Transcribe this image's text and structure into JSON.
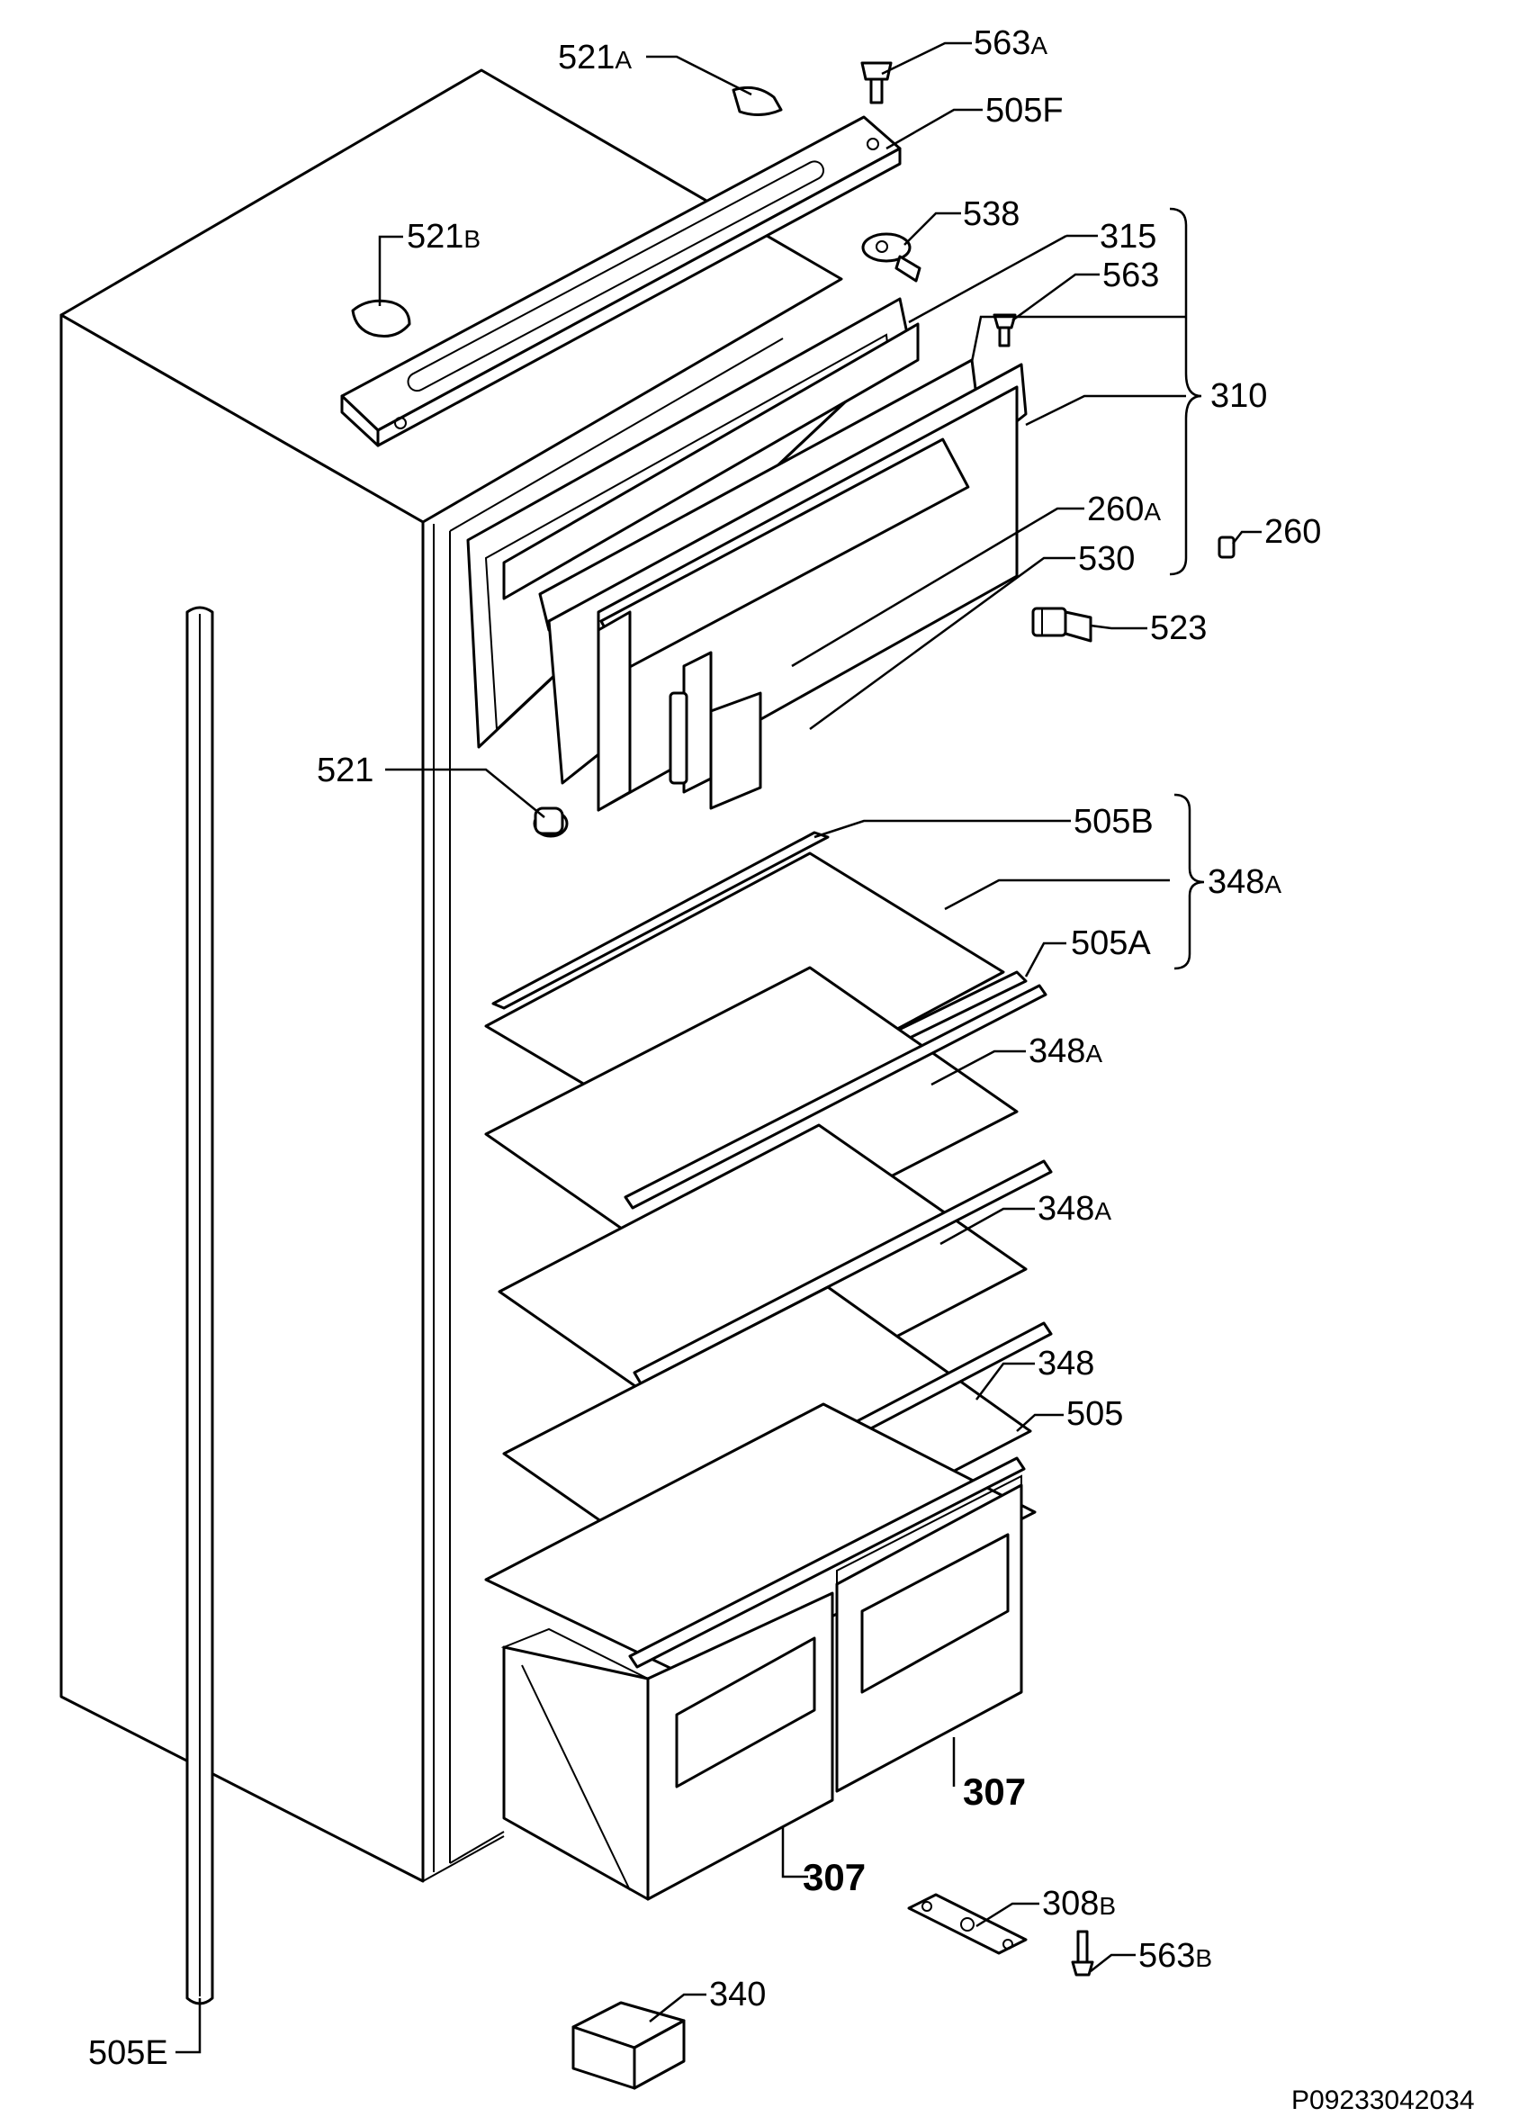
{
  "callouts": {
    "c521A": {
      "num": "521",
      "suffix": "A"
    },
    "c563A": {
      "num": "563",
      "suffix": "A"
    },
    "c505F": {
      "num": "505F",
      "suffix": ""
    },
    "c521B": {
      "num": "521",
      "suffix": "B"
    },
    "c538": {
      "num": "538",
      "suffix": ""
    },
    "c315": {
      "num": "315",
      "suffix": ""
    },
    "c563": {
      "num": "563",
      "suffix": ""
    },
    "c310": {
      "num": "310",
      "suffix": ""
    },
    "c260A": {
      "num": "260",
      "suffix": "A"
    },
    "c260": {
      "num": "260",
      "suffix": ""
    },
    "c530": {
      "num": "530",
      "suffix": ""
    },
    "c523": {
      "num": "523",
      "suffix": ""
    },
    "c521": {
      "num": "521",
      "suffix": ""
    },
    "c505B": {
      "num": "505B",
      "suffix": ""
    },
    "c348A_group": {
      "num": "348",
      "suffix": "A"
    },
    "c505A": {
      "num": "505A",
      "suffix": ""
    },
    "c348A_2": {
      "num": "348",
      "suffix": "A"
    },
    "c348A_3": {
      "num": "348",
      "suffix": "A"
    },
    "c348": {
      "num": "348",
      "suffix": ""
    },
    "c505": {
      "num": "505",
      "suffix": ""
    },
    "c307_right": {
      "num": "307",
      "suffix": ""
    },
    "c307_left": {
      "num": "307",
      "suffix": ""
    },
    "c308B": {
      "num": "308",
      "suffix": "B"
    },
    "c563B": {
      "num": "563",
      "suffix": "B"
    },
    "c340": {
      "num": "340",
      "suffix": ""
    },
    "c505E": {
      "num": "505E",
      "suffix": ""
    }
  },
  "drawing_code": "P09233042034"
}
